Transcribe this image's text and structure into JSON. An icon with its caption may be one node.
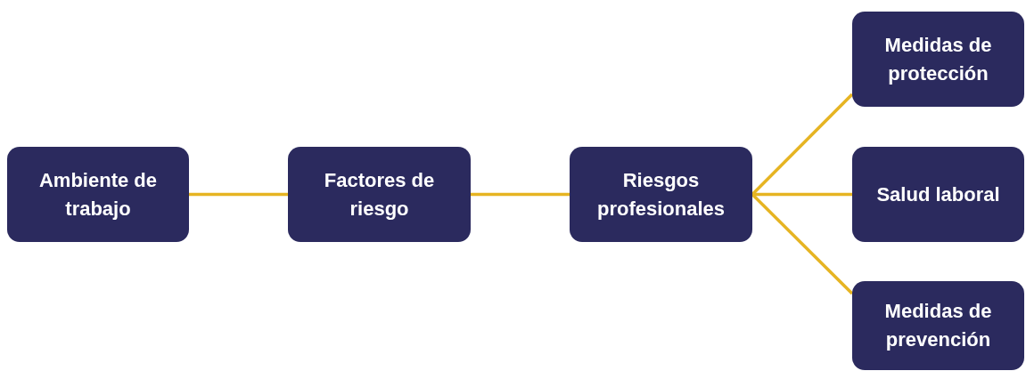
{
  "diagram": {
    "nodes": [
      {
        "text": [
          "Ambiente de trabajo"
        ]
      },
      {
        "text": [
          "Factores de riesgo"
        ]
      },
      {
        "text": [
          "Riesgos profesionales"
        ]
      },
      {
        "text": [
          "Medidas de protección"
        ]
      },
      {
        "text": [
          "Salud laboral"
        ]
      },
      {
        "text": [
          "Medidas de prevención"
        ]
      }
    ],
    "edges": [
      {
        "from": 0,
        "to": 1,
        "arrow": "none"
      },
      {
        "from": 1,
        "to": 2,
        "arrow": "none"
      },
      {
        "from": 2,
        "to": 3,
        "arrow": "none"
      },
      {
        "from": 2,
        "to": 4,
        "arrow": "none"
      },
      {
        "from": 2,
        "to": 5,
        "arrow": "none"
      }
    ]
  }
}
